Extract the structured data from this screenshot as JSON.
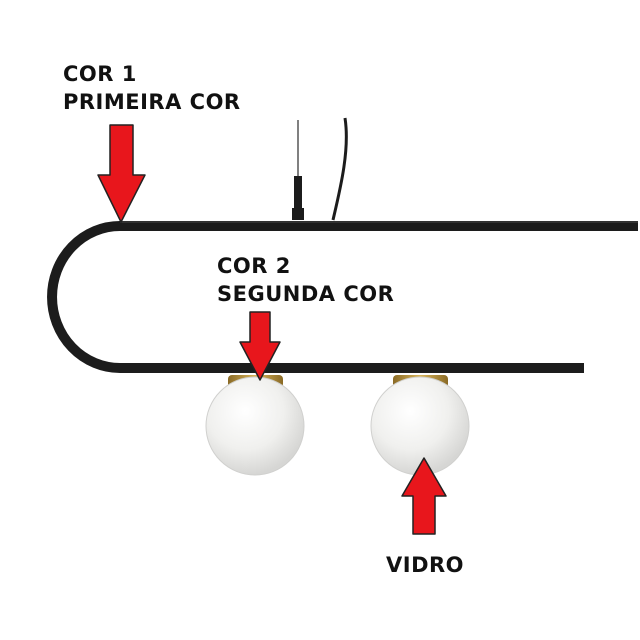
{
  "labels": {
    "color1_line1": "COR 1",
    "color1_line2": "PRIMEIRA COR",
    "color2_line1": "COR 2",
    "color2_line2": "SEGUNDA COR",
    "glass": "VIDRO"
  },
  "colors": {
    "arrow": "#e8161c",
    "arrow_outline": "#222222",
    "metal": "#1c1c1c",
    "brass": "#b08a3a",
    "glass": "#f2f2f0"
  }
}
